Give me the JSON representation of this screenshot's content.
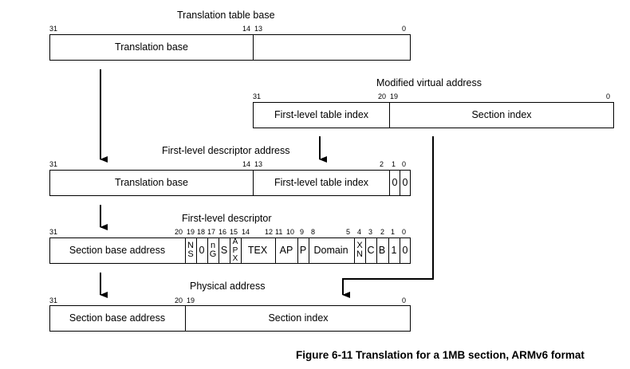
{
  "ttb": {
    "title": "Translation table base",
    "bits": [
      "31",
      "14",
      "13",
      "0"
    ],
    "field_translation_base": "Translation base"
  },
  "mva": {
    "title": "Modified virtual address",
    "bits": [
      "31",
      "20",
      "19",
      "0"
    ],
    "field_first_level_index": "First-level table index",
    "field_section_index": "Section index"
  },
  "fld_addr": {
    "title": "First-level descriptor address",
    "bits": [
      "31",
      "14",
      "13",
      "2",
      "1",
      "0"
    ],
    "field_translation_base": "Translation base",
    "field_first_level_index": "First-level table index",
    "field_bit1": "0",
    "field_bit0": "0"
  },
  "fld": {
    "title": "First-level descriptor",
    "bits": [
      "31",
      "20",
      "19",
      "18",
      "17",
      "16",
      "15",
      "14",
      "12",
      "11",
      "10",
      "9",
      "8",
      "5",
      "4",
      "3",
      "2",
      "1",
      "0"
    ],
    "field_section_base": "Section base address",
    "ns": [
      "N",
      "S"
    ],
    "bit18": "0",
    "ng": [
      "n",
      "G"
    ],
    "s": "S",
    "apx": [
      "A",
      "P",
      "X"
    ],
    "tex": "TEX",
    "ap": "AP",
    "p": "P",
    "domain": "Domain",
    "xn": [
      "X",
      "N"
    ],
    "c": "C",
    "b": "B",
    "bit1": "1",
    "bit0": "0"
  },
  "pa": {
    "title": "Physical address",
    "bits": [
      "31",
      "20",
      "19",
      "0"
    ],
    "field_section_base": "Section base address",
    "field_section_index": "Section index"
  },
  "caption": "Figure 6-11 Translation for a 1MB section, ARMv6 format"
}
